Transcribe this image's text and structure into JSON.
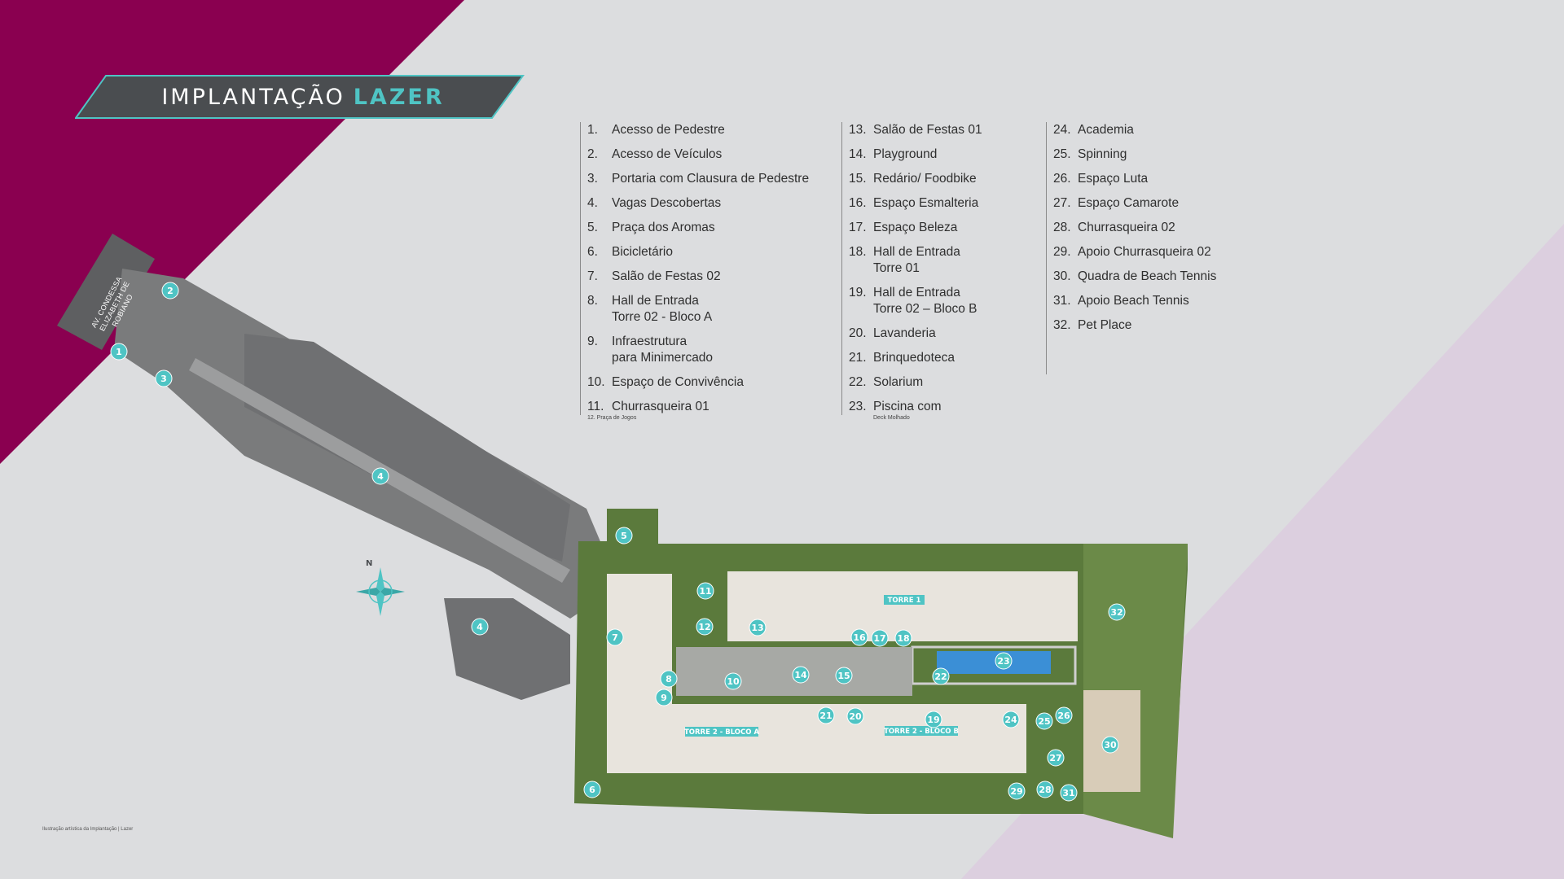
{
  "title": {
    "main": "IMPLANTAÇÃO",
    "accent": "LAZER"
  },
  "colors": {
    "background": "#dcdddf",
    "magenta": "#8a0050",
    "lilac": "#dccfdf",
    "teal": "#4fc4c4",
    "banner": "#4a4d50",
    "lawn": "#5b7a3c",
    "paving": "#767676"
  },
  "street": {
    "name": "AV. CONDESSA ELIZABETH DE ROBIANO"
  },
  "legend": {
    "col1": [
      {
        "num": "1.",
        "label": "Acesso de Pedestre"
      },
      {
        "num": "2.",
        "label": "Acesso de Veículos"
      },
      {
        "num": "3.",
        "label": "Portaria com Clausura de Pedestre"
      },
      {
        "num": "4.",
        "label": "Vagas Descobertas"
      },
      {
        "num": "5.",
        "label": "Praça dos Aromas"
      },
      {
        "num": "6.",
        "label": "Bicicletário"
      },
      {
        "num": "7.",
        "label": "Salão de Festas 02"
      },
      {
        "num": "8.",
        "label": "Hall de Entrada\nTorre 02 - Bloco A"
      },
      {
        "num": "9.",
        "label": "Infraestrutura\npara Minimercado"
      },
      {
        "num": "10.",
        "label": "Espaço de Convivência"
      },
      {
        "num": "11.",
        "label": "Churrasqueira 01"
      }
    ],
    "col1_sub": "12. Praça de Jogos",
    "col2": [
      {
        "num": "13.",
        "label": "Salão de Festas 01"
      },
      {
        "num": "14.",
        "label": "Playground"
      },
      {
        "num": "15.",
        "label": "Redário/ Foodbike"
      },
      {
        "num": "16.",
        "label": "Espaço Esmalteria"
      },
      {
        "num": "17.",
        "label": "Espaço Beleza"
      },
      {
        "num": "18.",
        "label": "Hall de Entrada\nTorre 01"
      },
      {
        "num": "19.",
        "label": "Hall de Entrada\nTorre 02 – Bloco B"
      },
      {
        "num": "20.",
        "label": "Lavanderia"
      },
      {
        "num": "21.",
        "label": "Brinquedoteca"
      },
      {
        "num": "22.",
        "label": "Solarium"
      },
      {
        "num": "23.",
        "label": "Piscina com"
      }
    ],
    "col2_sub": "Deck Molhado",
    "col3": [
      {
        "num": "24.",
        "label": "Academia"
      },
      {
        "num": "25.",
        "label": "Spinning"
      },
      {
        "num": "26.",
        "label": "Espaço Luta"
      },
      {
        "num": "27.",
        "label": "Espaço Camarote"
      },
      {
        "num": "28.",
        "label": "Churrasqueira 02"
      },
      {
        "num": "29.",
        "label": "Apoio Churrasqueira 02"
      },
      {
        "num": "30.",
        "label": "Quadra de Beach Tennis"
      },
      {
        "num": "31.",
        "label": "Apoio Beach Tennis"
      },
      {
        "num": "32.",
        "label": "Pet Place"
      }
    ]
  },
  "towers": {
    "torre1": "TORRE 1",
    "torre2a": "TORRE 2 - BLOCO A",
    "torre2b": "TORRE 2 - BLOCO B"
  },
  "compass": {
    "north": "N"
  },
  "markers": [
    "1",
    "2",
    "3",
    "4",
    "4",
    "5",
    "6",
    "7",
    "8",
    "9",
    "10",
    "11",
    "12",
    "13",
    "14",
    "15",
    "16",
    "17",
    "18",
    "19",
    "20",
    "21",
    "22",
    "23",
    "24",
    "25",
    "26",
    "27",
    "28",
    "29",
    "30",
    "31",
    "32"
  ],
  "footnote": "Ilustração artística da Implantação | Lazer"
}
